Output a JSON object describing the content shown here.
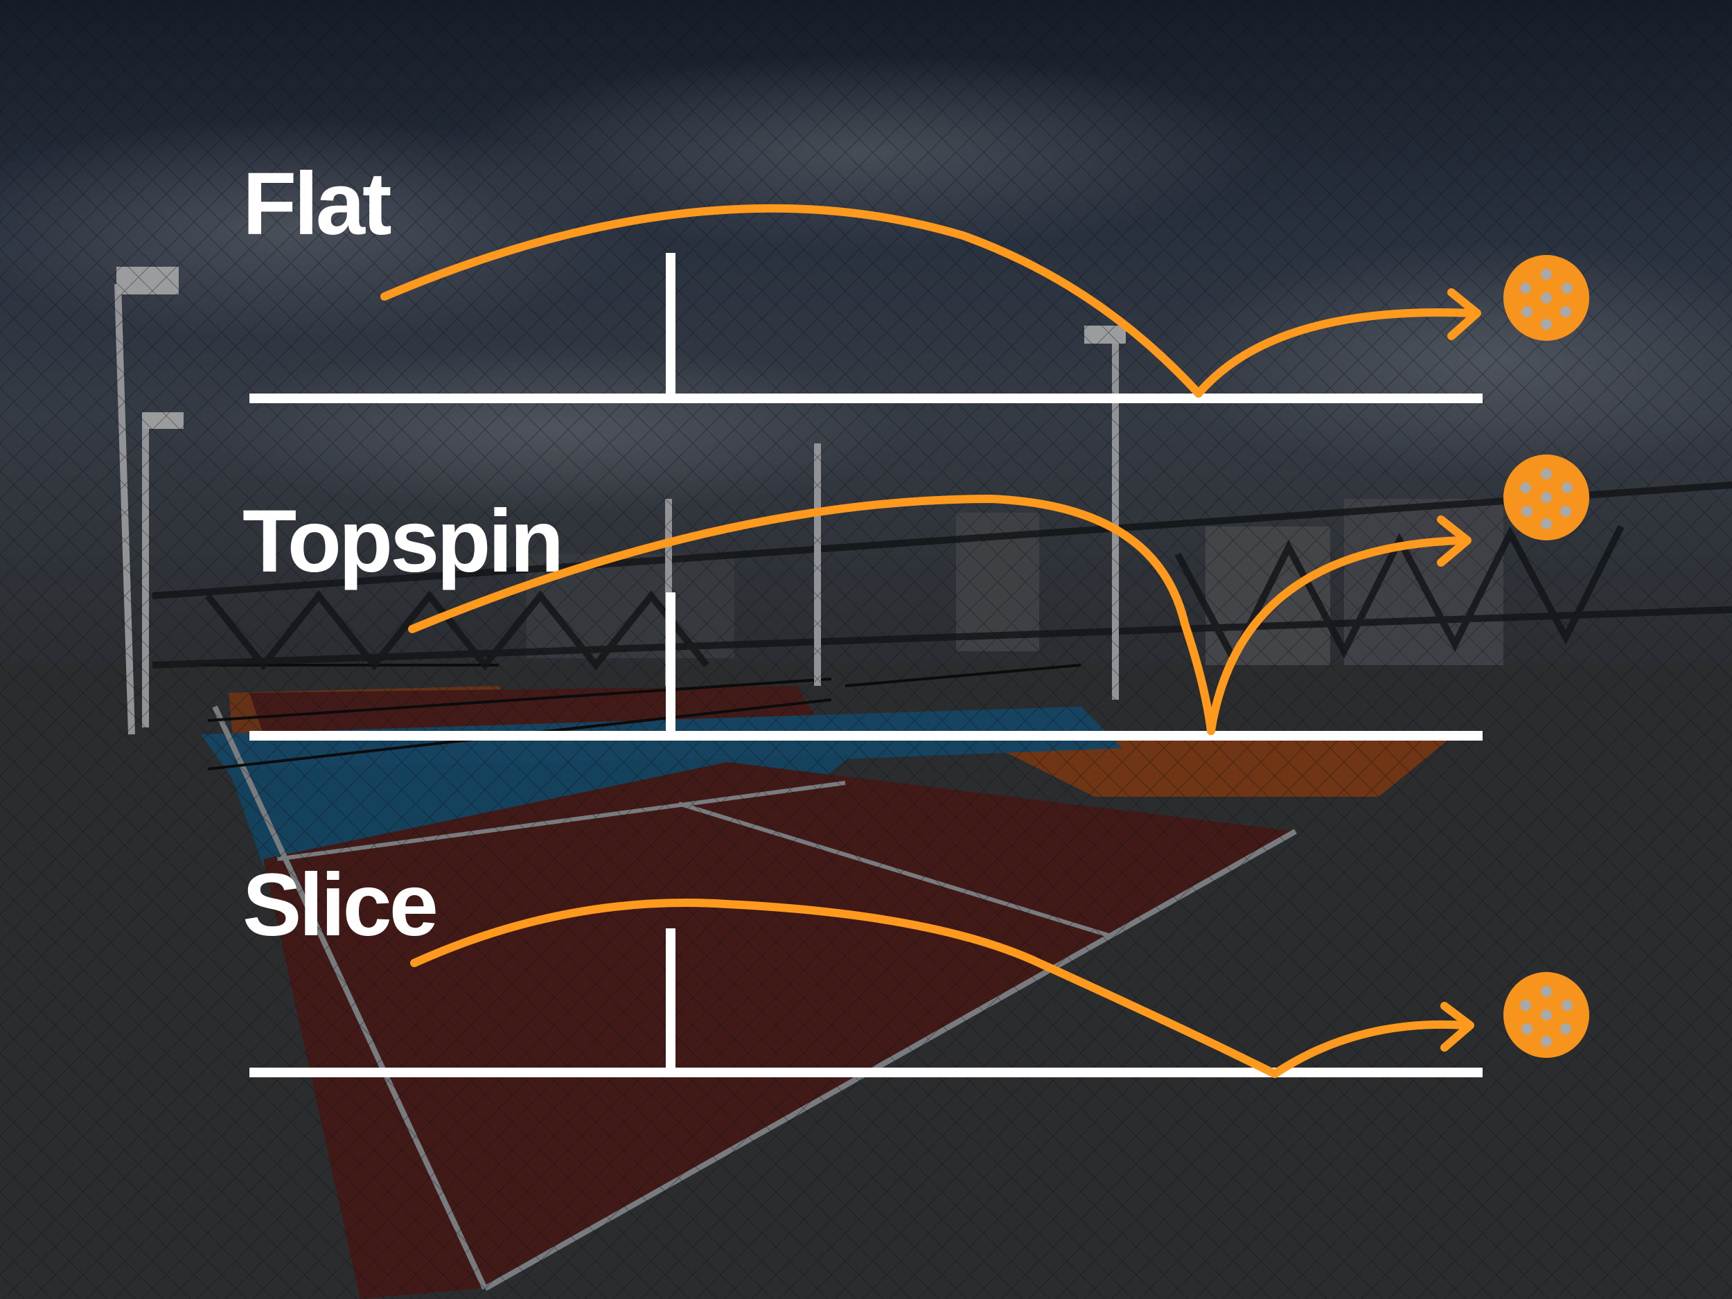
{
  "labels": {
    "flat": "Flat",
    "topspin": "Topspin",
    "slice": "Slice"
  },
  "colors": {
    "trajectory": "#ff9a1f",
    "court_line": "#ffffff",
    "ball": "#f7941d",
    "ball_hole": "#a9a9a9",
    "sky": "#2b3545",
    "court_red": "#5a2422",
    "court_blue": "#1d5f86",
    "court_orange": "#9a4a1e",
    "ground": "#3a3d40"
  },
  "icons": [
    "pickleball-icon",
    "arrow-head-icon"
  ],
  "background": "outdoor rooftop pickleball courts under netting, darkened"
}
